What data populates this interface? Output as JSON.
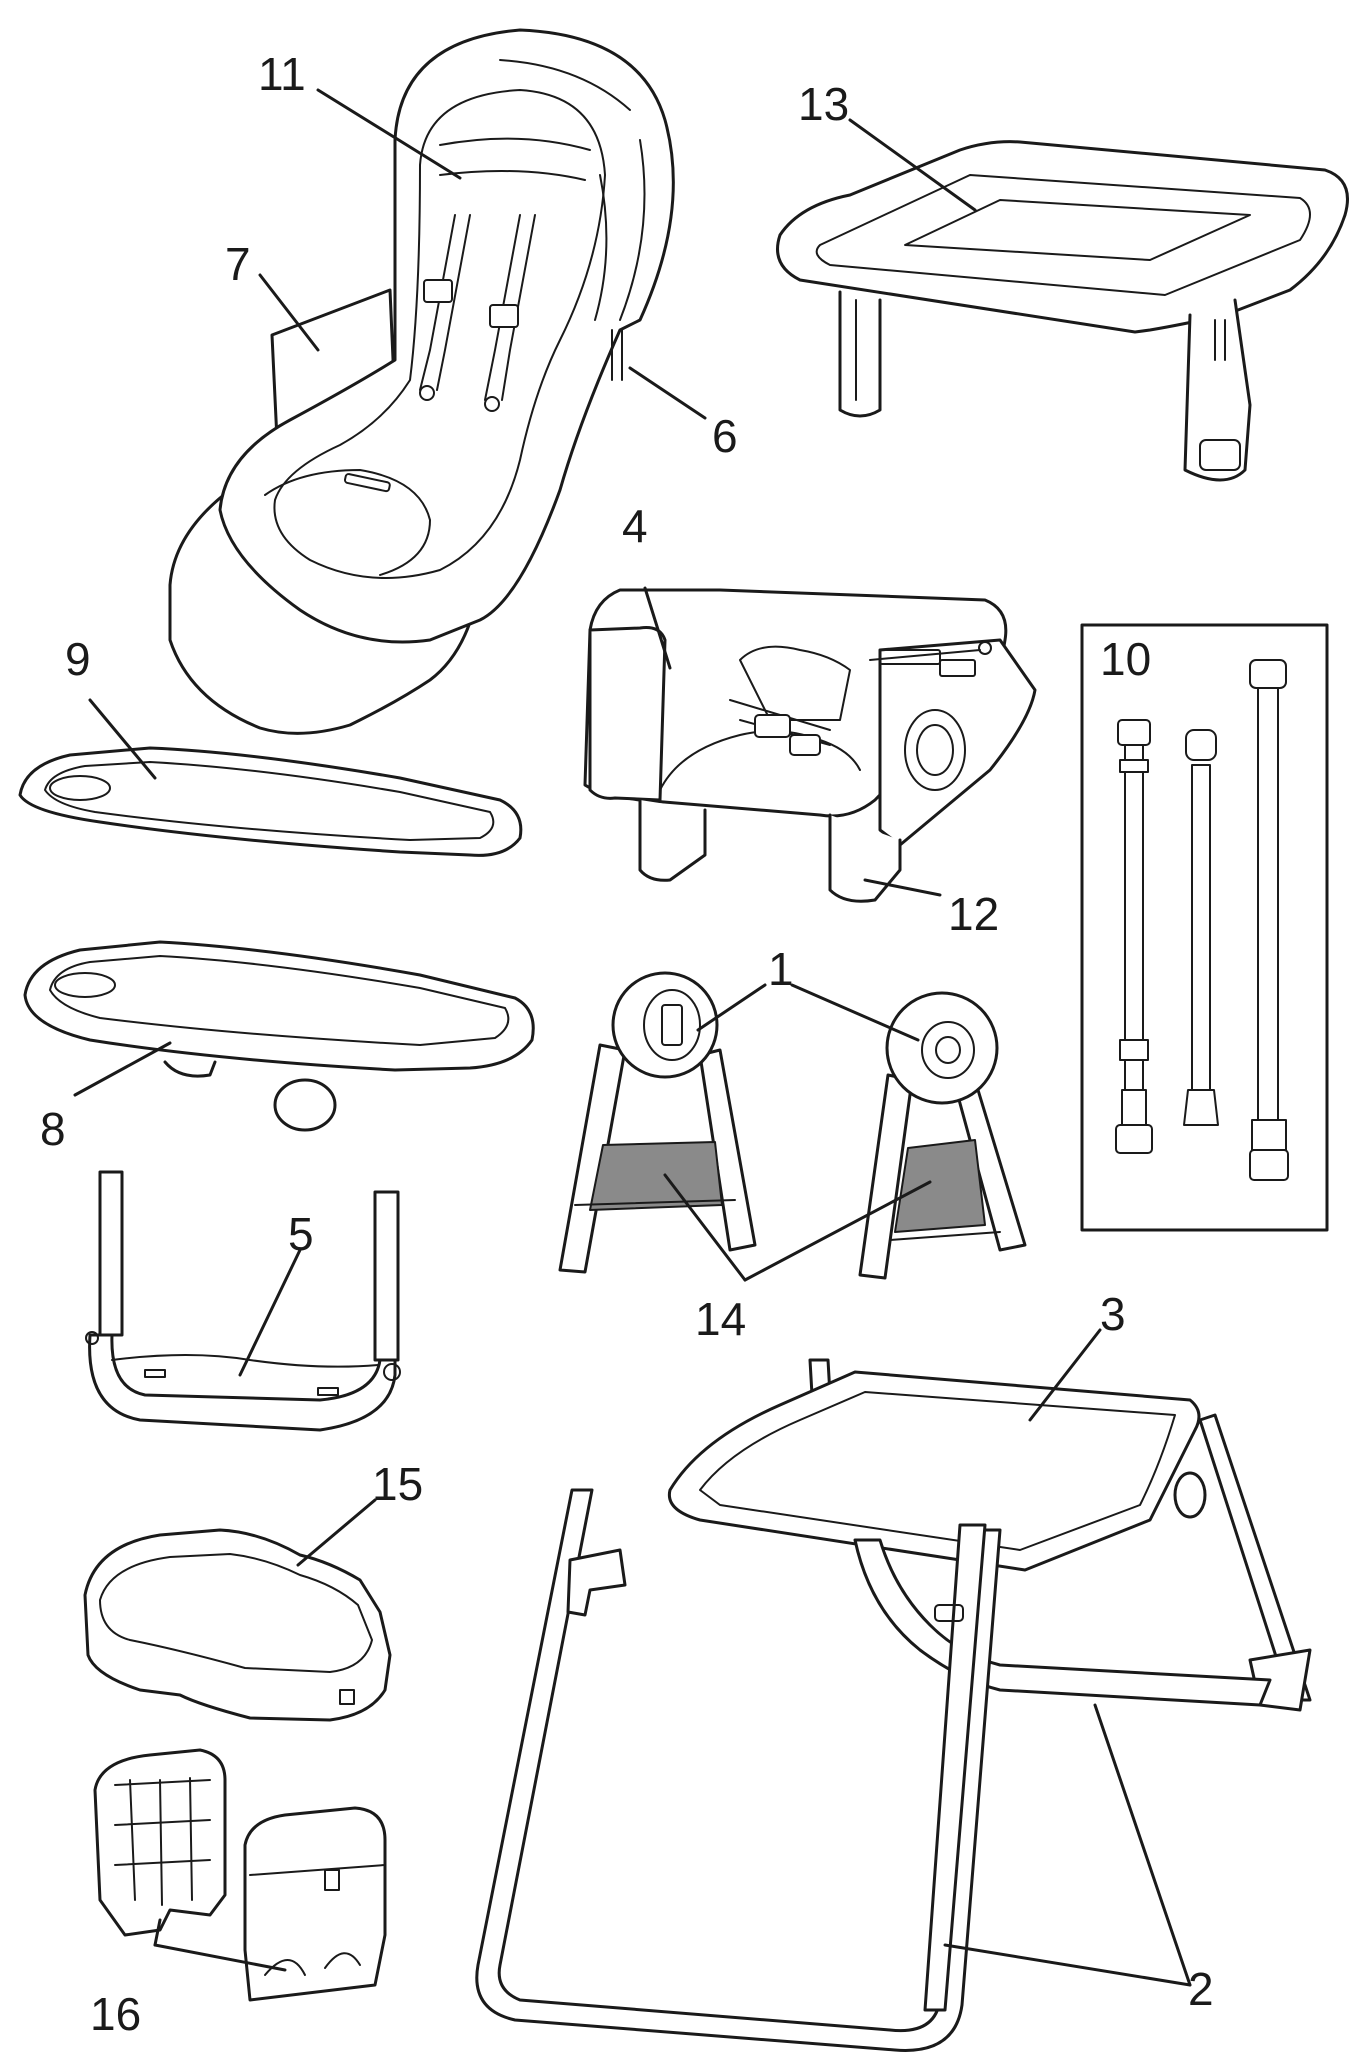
{
  "figure": {
    "labels": {
      "p1": "1",
      "p2": "2",
      "p3": "3",
      "p4": "4",
      "p5": "5",
      "p6": "6",
      "p7": "7",
      "p8": "8",
      "p9": "9",
      "p10": "10",
      "p11": "11",
      "p12": "12",
      "p13": "13",
      "p14": "14",
      "p15": "15",
      "p16": "16"
    }
  }
}
